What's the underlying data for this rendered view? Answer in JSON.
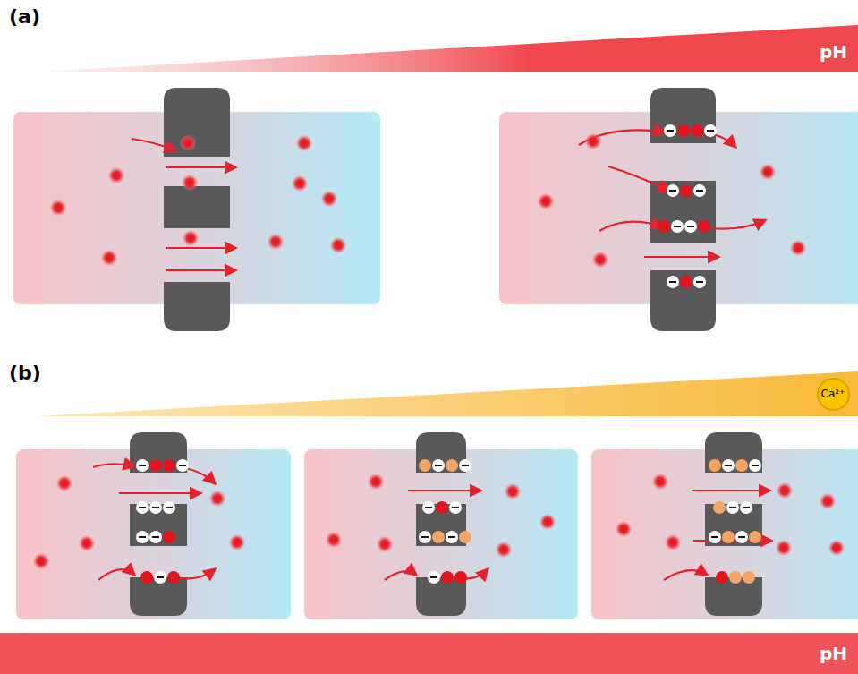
{
  "diagram": {
    "nodes": [
      {
        "text": [
          "pH"
        ]
      },
      {
        "text": [
          "Ca²⁺"
        ]
      },
      {
        "text": [
          "pH"
        ]
      }
    ],
    "labels": [
      "(a)",
      "(b)"
    ]
  }
}
